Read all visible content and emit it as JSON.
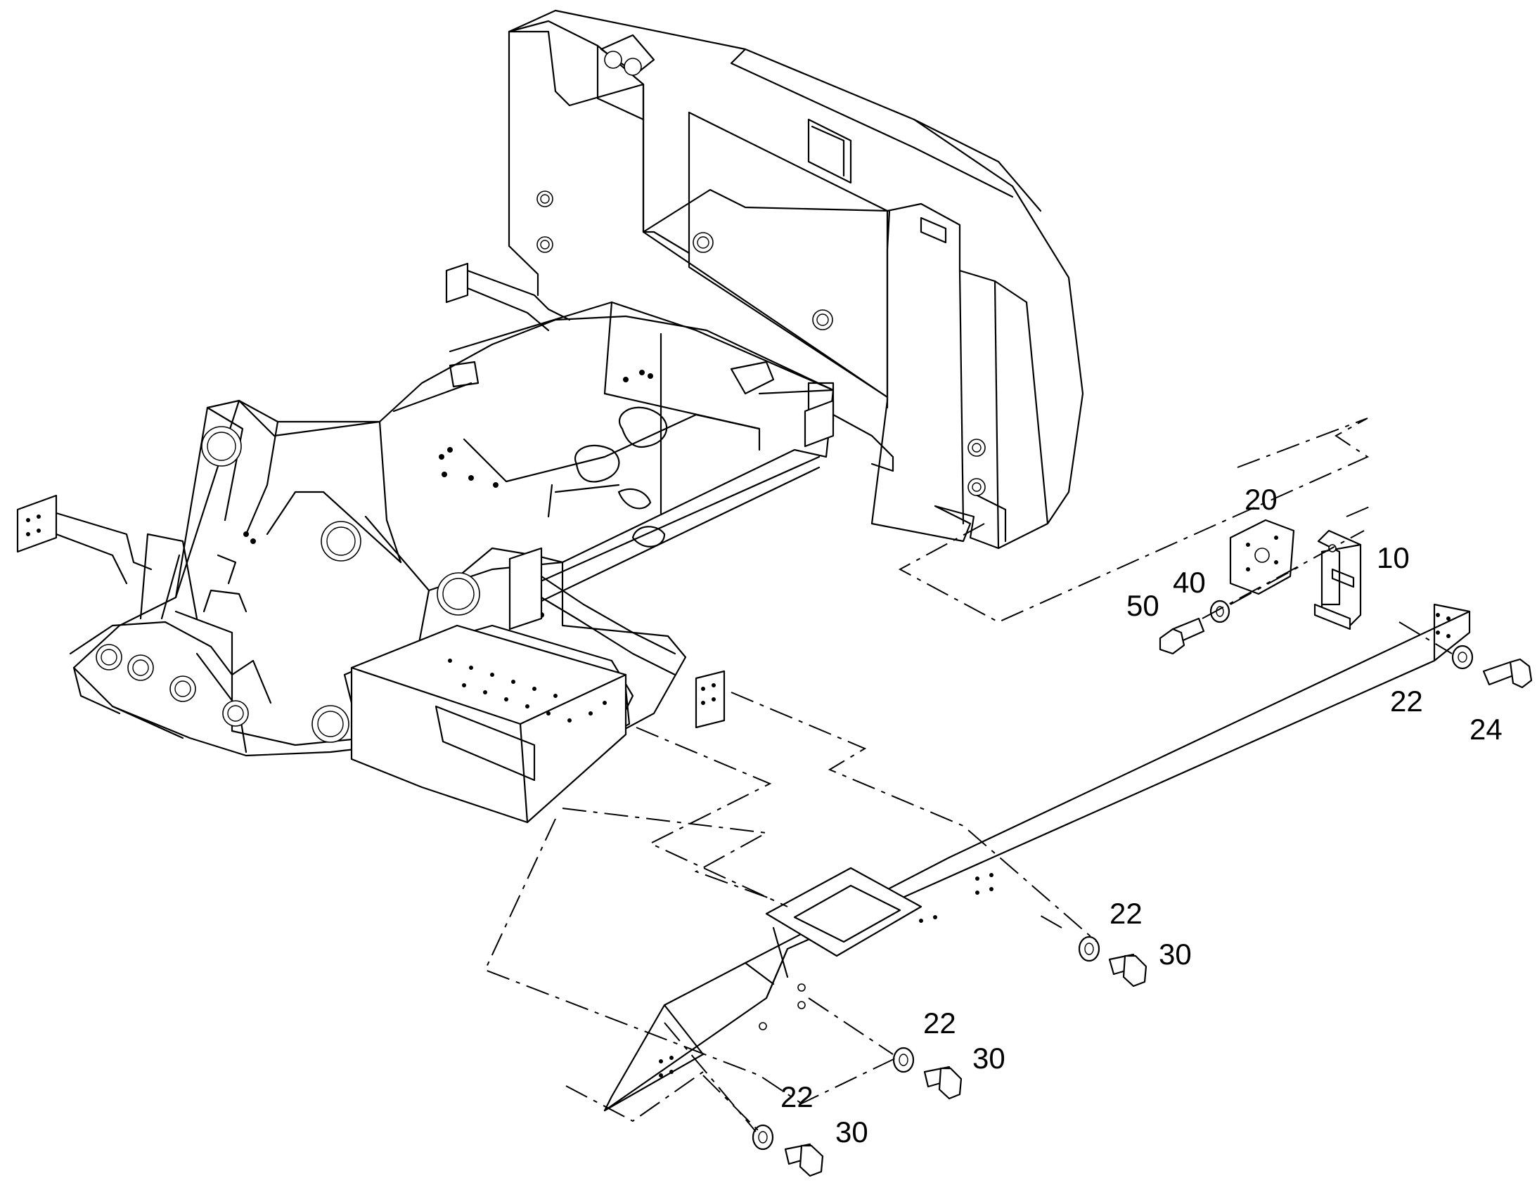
{
  "callouts": {
    "c10": "10",
    "c20": "20",
    "c40": "40",
    "c50": "50",
    "c22a": "22",
    "c24": "24",
    "c22b": "22",
    "c30b": "30",
    "c22c": "22",
    "c30c": "30",
    "c22d": "22",
    "c30d": "30"
  },
  "colors": {
    "line": "#000000",
    "background": "#ffffff"
  }
}
